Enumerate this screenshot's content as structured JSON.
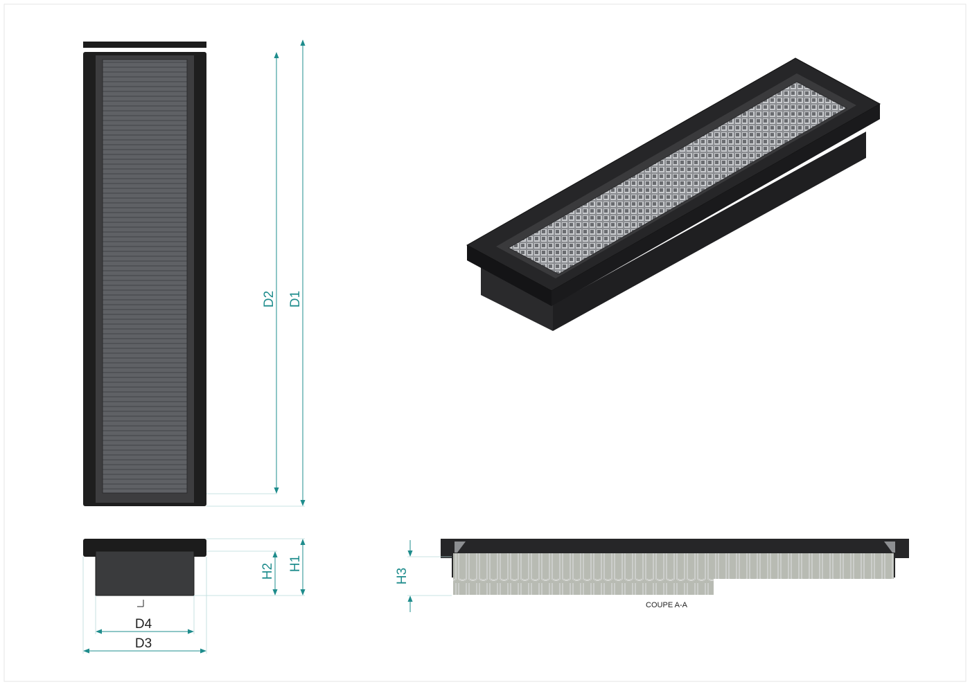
{
  "drawing": {
    "colors": {
      "frame_dark": "#1c1c1c",
      "frame_mid": "#3a3a3a",
      "media_gray": "#606266",
      "media_line": "#4a4c50",
      "dimension_teal": "#1e8c8c",
      "border_light": "#e6e6e6",
      "label_dark": "#222222"
    },
    "dimensions": {
      "d1": "D1",
      "d2": "D2",
      "d3": "D3",
      "d4": "D4",
      "h1": "H1",
      "h2": "H2",
      "h3": "H3"
    },
    "section_label": "COUPE A-A",
    "views": {
      "top": "top-view",
      "side": "side-view",
      "iso": "isometric-view",
      "section": "section-view"
    }
  }
}
